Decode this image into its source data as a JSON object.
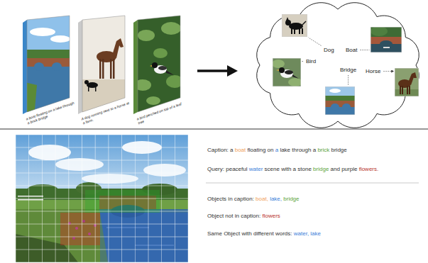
{
  "diagram": {
    "nodes": [
      {
        "text": [
          "a boat floating on a lake through a brick bridge"
        ]
      },
      {
        "text": [
          "A dog running next to a horse at a farm."
        ]
      },
      {
        "text": [
          "a bird perched on top of a leaf tree"
        ]
      },
      {
        "text": [
          "Dog"
        ]
      },
      {
        "text": [
          "Boat"
        ]
      },
      {
        "text": [
          "Bird"
        ]
      },
      {
        "text": [
          "Bridge"
        ]
      },
      {
        "text": [
          "Horse"
        ]
      }
    ],
    "labels": [
      "Caption: a boat floating on a lake through a brick bridge",
      "Query: peaceful water scene with a stone bridge and purple flowers.",
      "Objects in caption: boat, lake, bridge",
      "Object not in caption: flowers",
      "Same Object with different words: water, lake"
    ]
  }
}
